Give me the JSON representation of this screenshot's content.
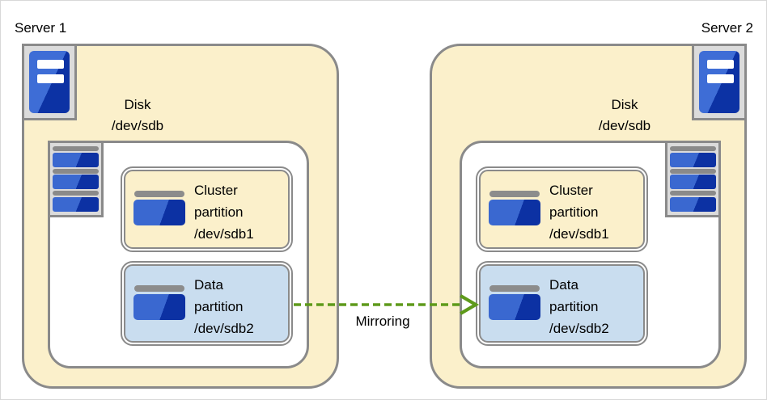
{
  "servers": [
    {
      "name": "Server 1",
      "disk": {
        "line1": "Disk",
        "line2": "/dev/sdb"
      },
      "partitions": [
        {
          "line1": "Cluster",
          "line2": "partition",
          "line3": "/dev/sdb1"
        },
        {
          "line1": "Data",
          "line2": "partition",
          "line3": "/dev/sdb2"
        }
      ]
    },
    {
      "name": "Server 2",
      "disk": {
        "line1": "Disk",
        "line2": "/dev/sdb"
      },
      "partitions": [
        {
          "line1": "Cluster",
          "line2": "partition",
          "line3": "/dev/sdb1"
        },
        {
          "line1": "Data",
          "line2": "partition",
          "line3": "/dev/sdb2"
        }
      ]
    }
  ],
  "arrow": {
    "label": "Mirroring"
  },
  "colors": {
    "server_fill": "#FBF0CB",
    "cluster_partition_fill": "#FBF0CB",
    "data_partition_fill": "#C9DDEF",
    "border_gray": "#8A8A8A",
    "arrow_green": "#5E9A1B",
    "icon_blue_light": "#3A68D0",
    "icon_blue_dark": "#0C31A3",
    "icon_frame_fill": "#DBDBDB"
  }
}
